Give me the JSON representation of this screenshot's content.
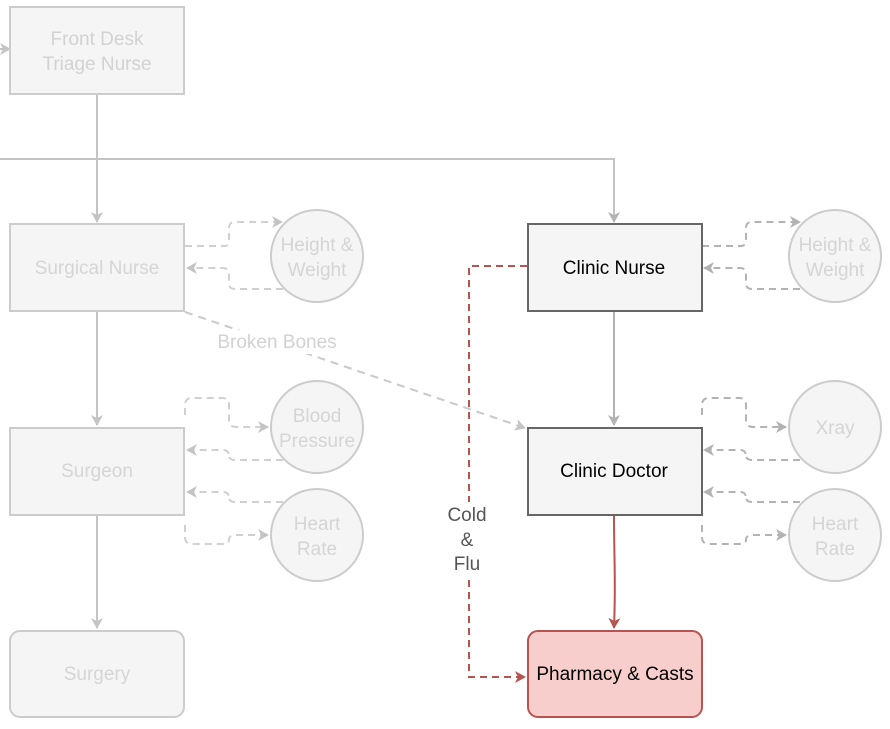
{
  "nodes": {
    "front_desk": {
      "lines": [
        "Front Desk",
        "Triage Nurse"
      ]
    },
    "surgical_nurse": {
      "lines": [
        "Surgical Nurse"
      ]
    },
    "surgeon": {
      "lines": [
        "Surgeon"
      ]
    },
    "surgery": {
      "lines": [
        "Surgery"
      ]
    },
    "clinic_nurse": {
      "lines": [
        "Clinic Nurse"
      ]
    },
    "clinic_doctor": {
      "lines": [
        "Clinic Doctor"
      ]
    },
    "pharmacy": {
      "lines": [
        "Pharmacy & Casts"
      ]
    },
    "sn_height_weight": {
      "lines": [
        "Height &",
        "Weight"
      ]
    },
    "sg_blood_pressure": {
      "lines": [
        "Blood",
        "Pressure"
      ]
    },
    "sg_heart_rate": {
      "lines": [
        "Heart",
        "Rate"
      ]
    },
    "cn_height_weight": {
      "lines": [
        "Height &",
        "Weight"
      ]
    },
    "cd_xray": {
      "lines": [
        "Xray"
      ]
    },
    "cd_heart_rate": {
      "lines": [
        "Heart",
        "Rate"
      ]
    }
  },
  "edge_labels": {
    "broken_bones": "Broken Bones",
    "cold_flu": [
      "Cold",
      "&",
      "Flu"
    ]
  },
  "colors": {
    "faded_fill": "#f5f5f5",
    "faded_stroke": "#cccccc",
    "faded_text": "#d5d5d5",
    "faded_edge": "#c4c4c4",
    "active_fill": "#f5f5f5",
    "active_stroke": "#666666",
    "active_text": "#000000",
    "highlight_fill": "#f8cecc",
    "highlight_stroke": "#b85450",
    "edge_active": "#b3b3b3",
    "edge_highlight": "#b85450",
    "label_text": "#555555"
  }
}
